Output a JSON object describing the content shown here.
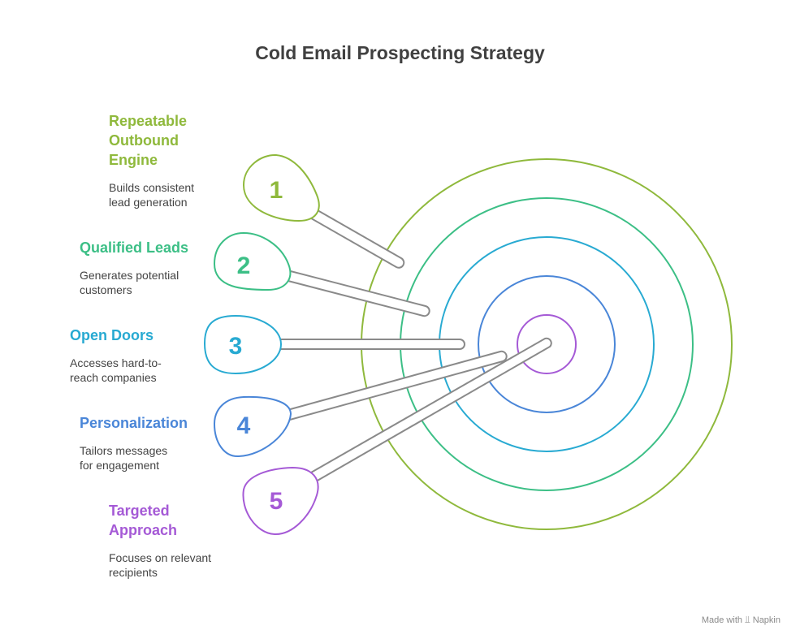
{
  "title": "Cold Email Prospecting Strategy",
  "colors": {
    "item1": "#8fb93c",
    "item2": "#3cbf86",
    "item3": "#28aad2",
    "item4": "#4a86d8",
    "item5": "#a55ad6",
    "text": "#444444",
    "stick": "#8a8a8a"
  },
  "items": [
    {
      "number": "1",
      "heading": "Repeatable\nOutbound\nEngine",
      "description": "Builds consistent\nlead generation"
    },
    {
      "number": "2",
      "heading": "Qualified Leads",
      "description": "Generates potential\ncustomers"
    },
    {
      "number": "3",
      "heading": "Open Doors",
      "description": "Accesses hard-to-\nreach companies"
    },
    {
      "number": "4",
      "heading": "Personalization",
      "description": "Tailors messages\nfor engagement"
    },
    {
      "number": "5",
      "heading": "Targeted\nApproach",
      "description": "Focuses on relevant\nrecipients"
    }
  ],
  "watermark": {
    "text": "Made with",
    "brand": "Napkin"
  }
}
